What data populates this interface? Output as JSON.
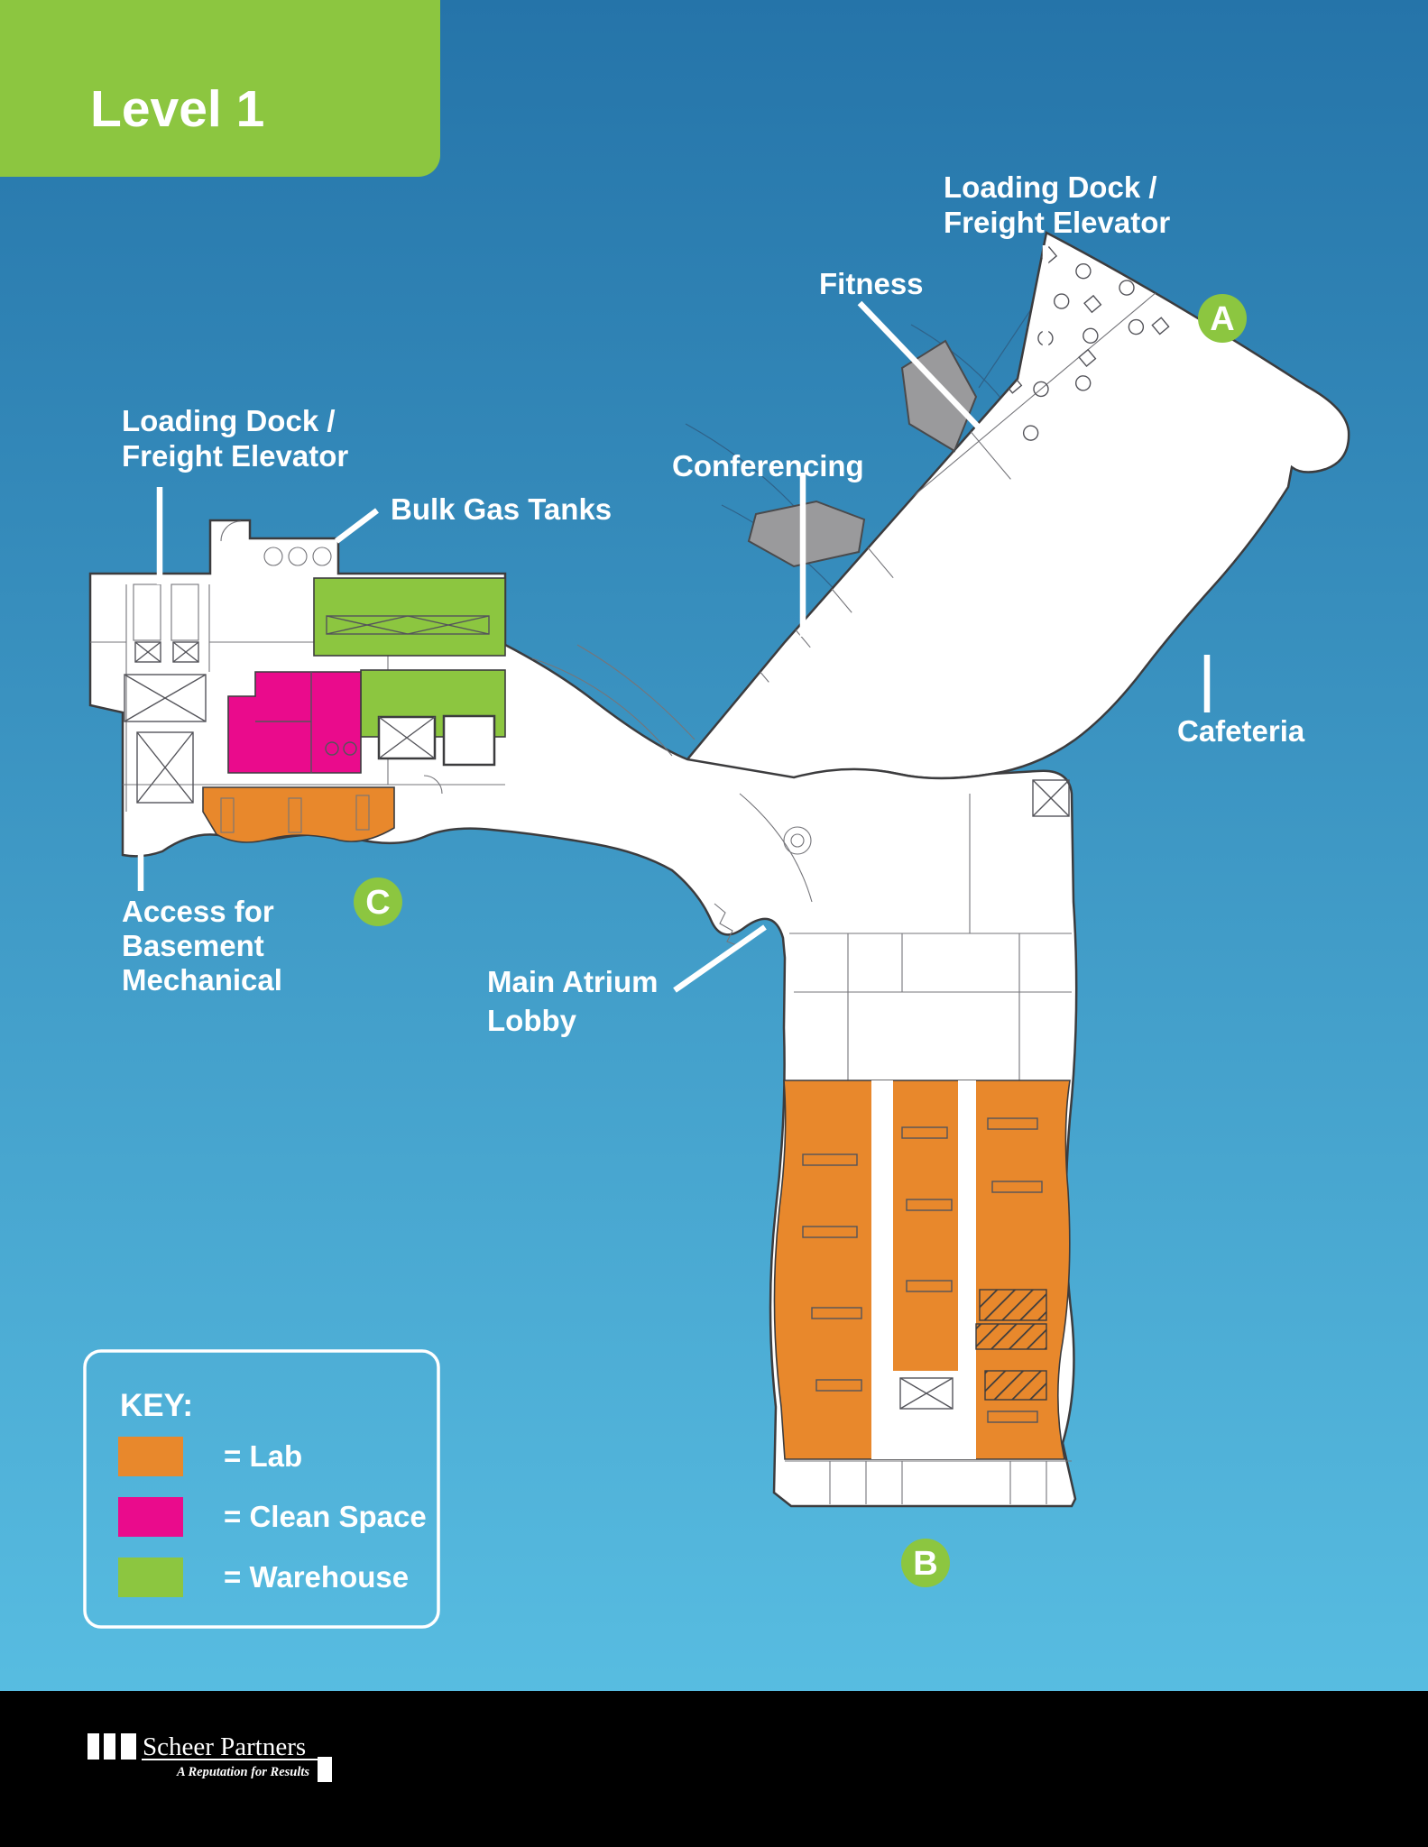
{
  "header": {
    "title": "Level 1"
  },
  "labels": {
    "loading_dock_right": {
      "lines": [
        "Loading Dock /",
        "Freight Elevator"
      ]
    },
    "fitness": {
      "lines": [
        "Fitness"
      ]
    },
    "loading_dock_left": {
      "lines": [
        "Loading Dock /",
        "Freight Elevator"
      ]
    },
    "bulk_gas": {
      "lines": [
        "Bulk Gas Tanks"
      ]
    },
    "conferencing": {
      "lines": [
        "Conferencing"
      ]
    },
    "cafeteria": {
      "lines": [
        "Cafeteria"
      ]
    },
    "access_basement": {
      "lines": [
        "Access for",
        "Basement",
        "Mechanical"
      ]
    },
    "main_atrium": {
      "lines": [
        "Main Atrium",
        "Lobby"
      ]
    }
  },
  "badges": {
    "a": "A",
    "b": "B",
    "c": "C"
  },
  "key": {
    "title": "KEY:",
    "items": [
      {
        "label": "= Lab",
        "color": "#E8882C"
      },
      {
        "label": "= Clean Space",
        "color": "#EA0B8C"
      },
      {
        "label": "= Warehouse",
        "color": "#8CC640"
      }
    ]
  },
  "footer": {
    "brand": "Scheer Partners",
    "tagline": "A Reputation for Results"
  },
  "colors": {
    "background_top": "#2574A9",
    "background_bottom": "#5CC3E6",
    "accent_green": "#8CC640",
    "lab_orange": "#E8882C",
    "clean_space_pink": "#EA0B8C",
    "warehouse_green": "#8CC640",
    "canopy_gray": "#9A9A9C",
    "footer_black": "#000000"
  }
}
